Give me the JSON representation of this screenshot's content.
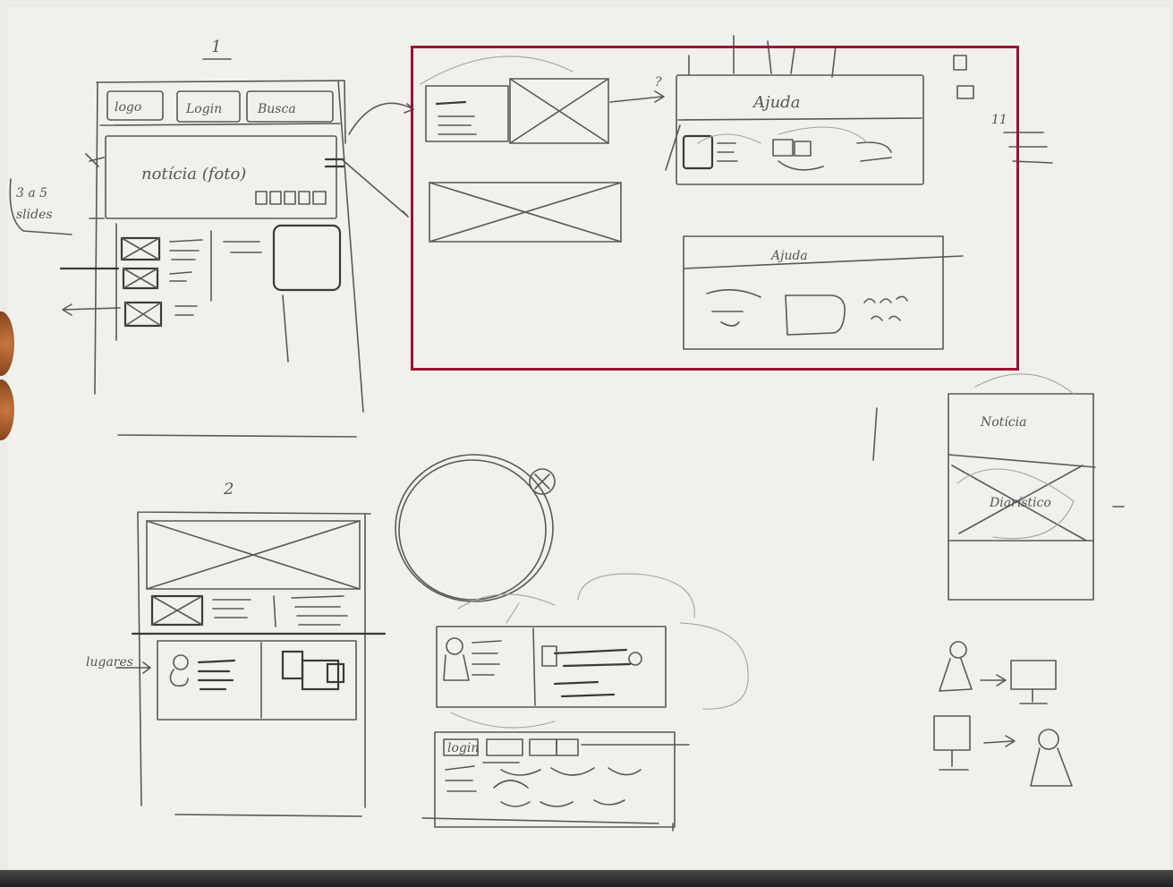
{
  "annotations": {
    "sketch1_number": "1",
    "sketch2_number": "2",
    "tab_logo": "logo",
    "tab_login": "Login",
    "tab_busca": "Busca",
    "hero_text": "notícia (foto)",
    "slides_note_line1": "3 a 5",
    "slides_note_line2": "slides",
    "ajuda_top": "Ajuda",
    "ajuda_bottom": "Ajuda",
    "noticia_label": "Notícia",
    "diaristico_label": "Diarístico",
    "login_tab_small": "login",
    "lugares_note": "lugares",
    "question_mark": "?",
    "side_marks": "11"
  },
  "colors": {
    "paper": "#f1f0ea",
    "pencil": "#595959",
    "highlight_frame": "#9b1233"
  }
}
